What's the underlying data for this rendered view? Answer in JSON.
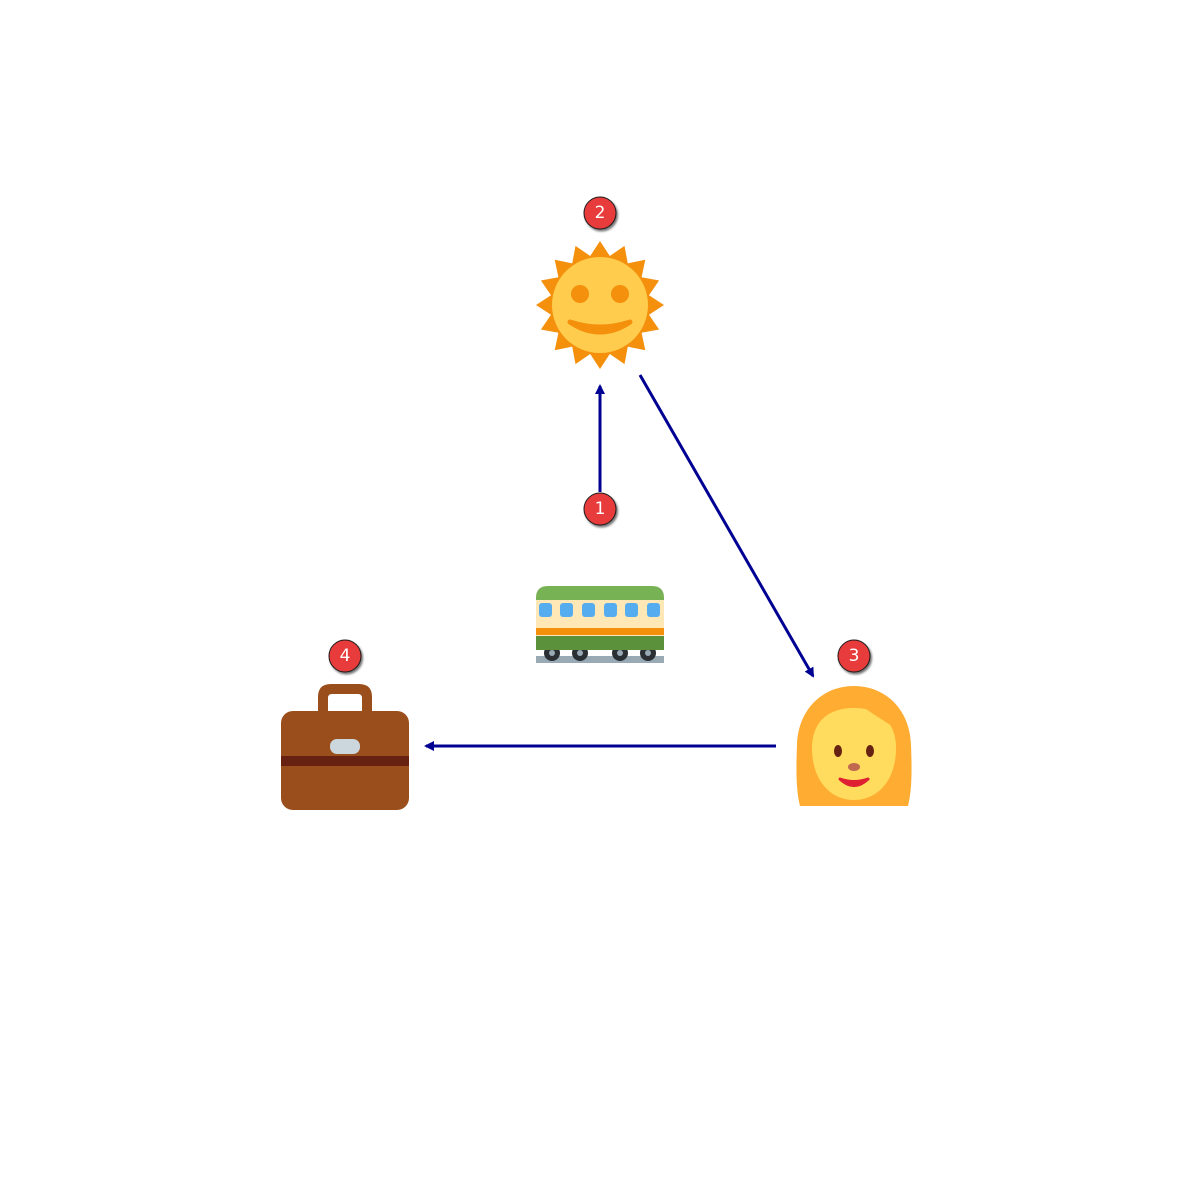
{
  "colors": {
    "arrow": "#000093",
    "badge_fill": "#e83b3b",
    "badge_stroke": "#1a1a1a",
    "badge_text": "#ffffff"
  },
  "nodes": [
    {
      "id": "train",
      "icon": "railway-car-icon"
    },
    {
      "id": "sun",
      "icon": "sun-with-face-icon"
    },
    {
      "id": "woman",
      "icon": "woman-icon"
    },
    {
      "id": "briefcase",
      "icon": "briefcase-icon"
    }
  ],
  "badges": [
    {
      "label": "1",
      "node": "train"
    },
    {
      "label": "2",
      "node": "sun"
    },
    {
      "label": "3",
      "node": "woman"
    },
    {
      "label": "4",
      "node": "briefcase"
    }
  ],
  "edges": [
    {
      "from": "train",
      "to": "sun"
    },
    {
      "from": "sun",
      "to": "woman"
    },
    {
      "from": "woman",
      "to": "briefcase"
    }
  ]
}
